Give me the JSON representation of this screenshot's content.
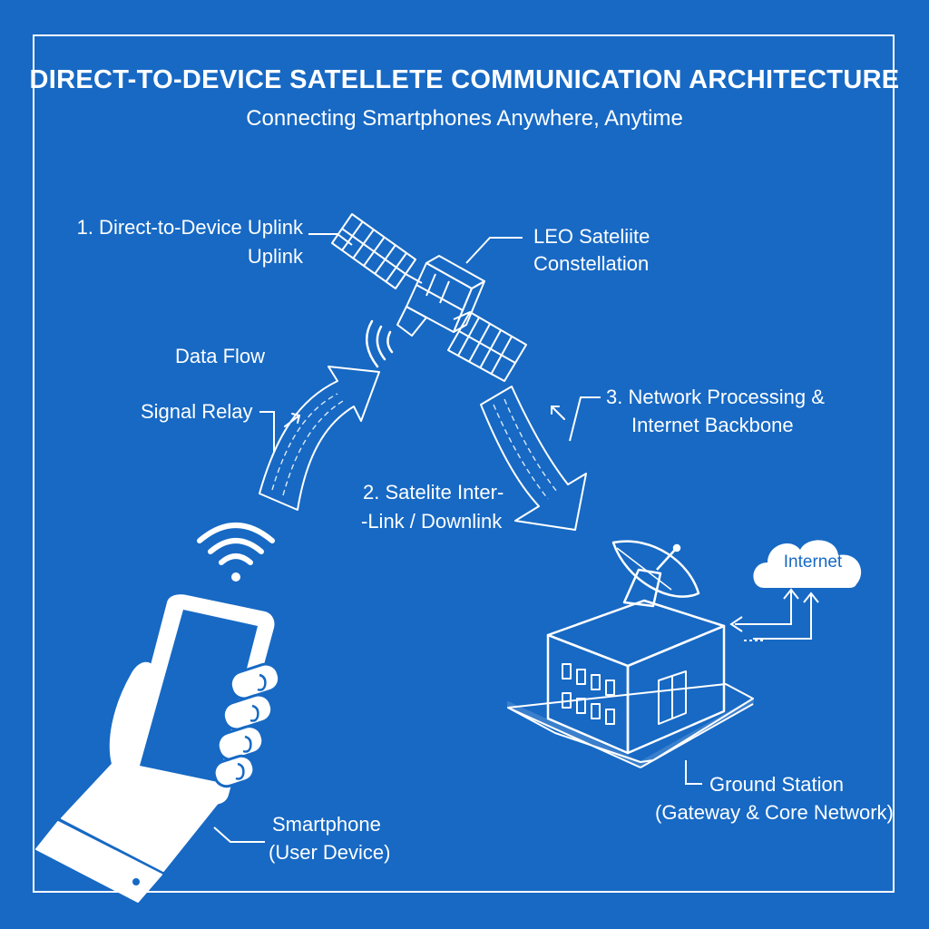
{
  "title": "DIRECT-TO-DEVICE SATELLETE COMMUNICATION ARCHITECTURE",
  "subtitle": "Connecting Smartphones Anywhere, Anytime",
  "labels": {
    "uplink_line1": "1. Direct-to-Device Uplink",
    "uplink_line2": "Uplink",
    "satellite_line1": "LEO Sateliite",
    "satellite_line2": "Constellation",
    "data_flow": "Data Flow",
    "signal_relay": "Signal Relay",
    "network_line1": "3. Network Processing &",
    "network_line2": "Internet Backbone",
    "interlink_line1": "2. Satelite Inter-",
    "interlink_line2": "-Link / Downlink",
    "internet": "Internet",
    "ground_line1": "Ground Station",
    "ground_line2": "(Gateway & Core Network)",
    "phone_line1": "Smartphone",
    "phone_line2": "(User Device)"
  },
  "icons": [
    "satellite-icon",
    "smartphone-icon",
    "hand-icon",
    "wifi-icon",
    "satellite-dish-icon",
    "building-icon",
    "cloud-icon",
    "signal-waves-icon"
  ],
  "colors": {
    "background": "#1769c4",
    "line": "#ffffff"
  }
}
